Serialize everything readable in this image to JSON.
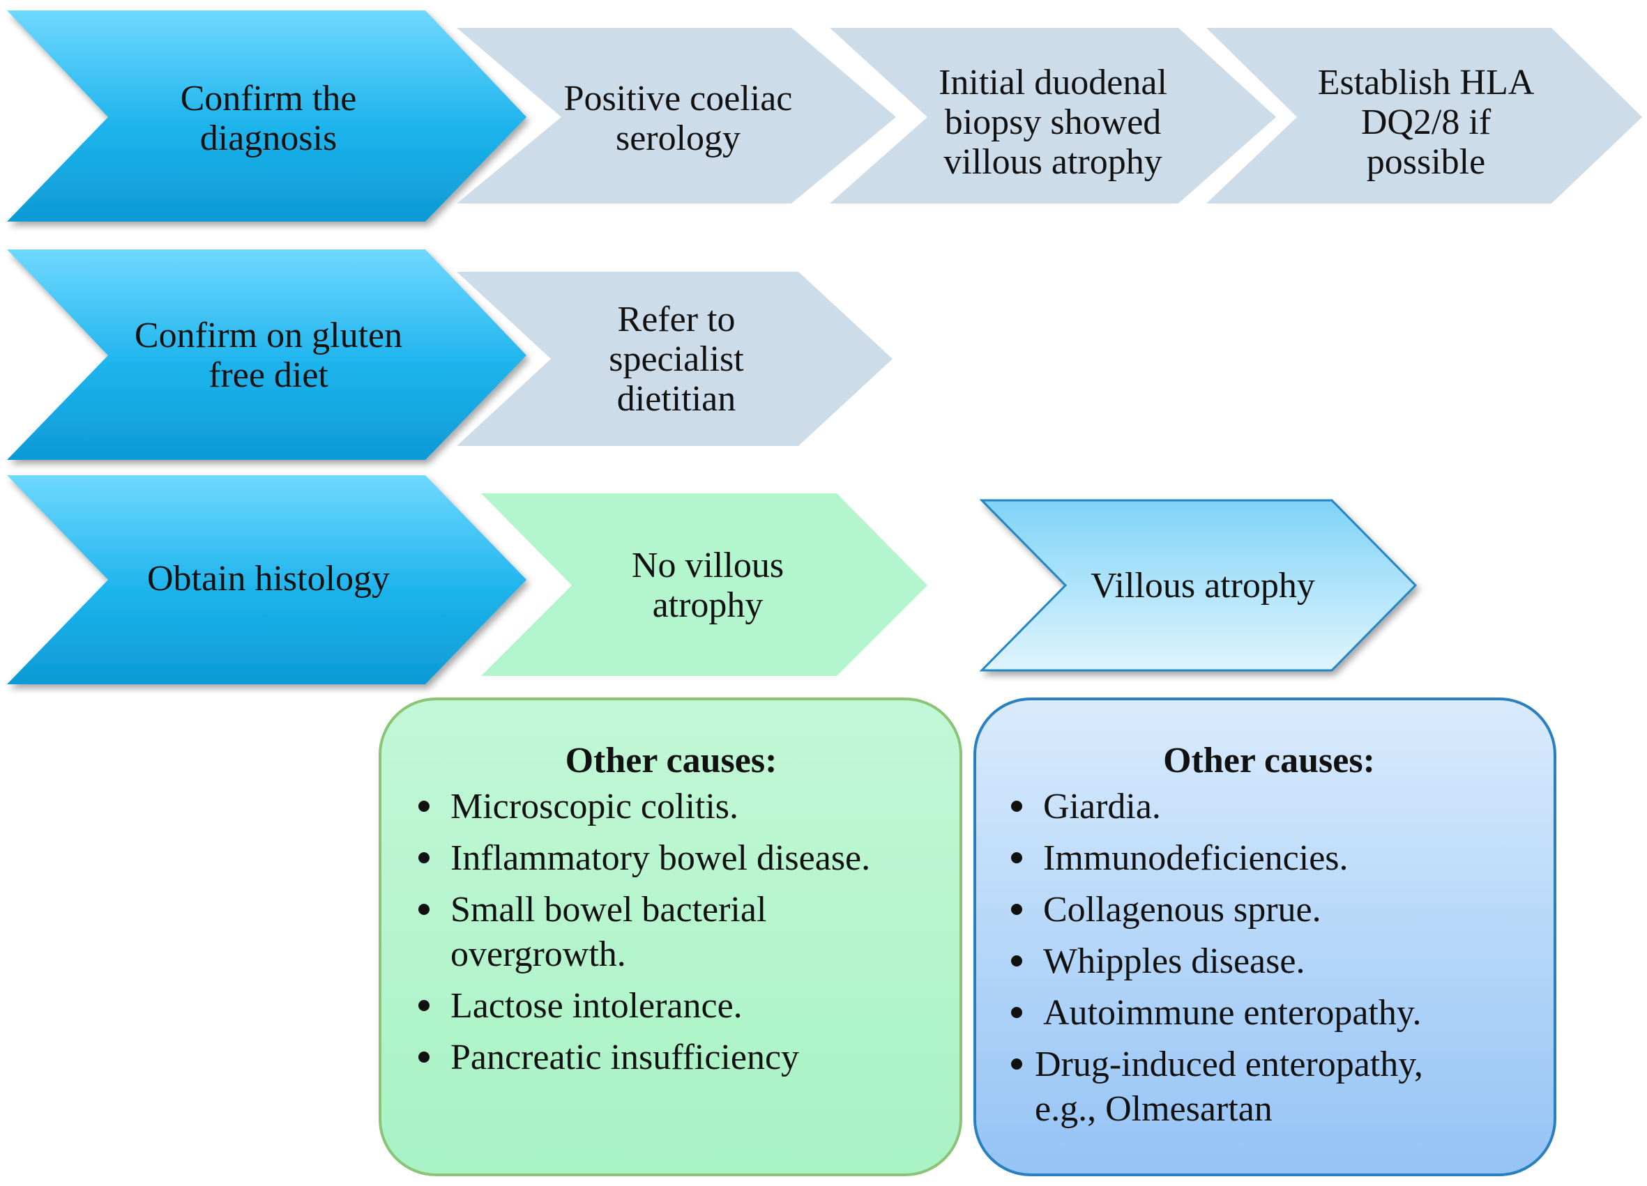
{
  "rows": [
    {
      "label": "Confirm the diagnosis",
      "steps": [
        "Positive coeliac serology",
        "Initial duodenal biopsy showed villous atrophy",
        "Establish HLA DQ2/8 if possible"
      ]
    },
    {
      "label": "Confirm on gluten free diet",
      "steps": [
        "Refer to specialist dietitian"
      ]
    },
    {
      "label": "Obtain histology",
      "branches": [
        "No villous atrophy",
        "Villous atrophy"
      ]
    }
  ],
  "boxes": {
    "green": {
      "title": "Other causes:",
      "items": [
        "Microscopic colitis.",
        "Inflammatory bowel disease.",
        "Small bowel bacterial overgrowth.",
        "Lactose intolerance.",
        "Pancreatic insufficiency"
      ]
    },
    "blue": {
      "title": "Other causes:",
      "items": [
        "Giardia.",
        "Immunodeficiencies.",
        "Collagenous sprue.",
        "Whipples disease.",
        "Autoimmune enteropathy.",
        "Drug-induced enteropathy, e.g., Olmesartan"
      ]
    }
  },
  "colors": {
    "primary_chevron": "#1aaee6",
    "secondary_chevron": "#ccdde9",
    "green_fill": "#b3f5cd",
    "green_border": "#8cc477",
    "blue_fill": "#b2d5f8",
    "blue_border": "#2a7fc0"
  }
}
